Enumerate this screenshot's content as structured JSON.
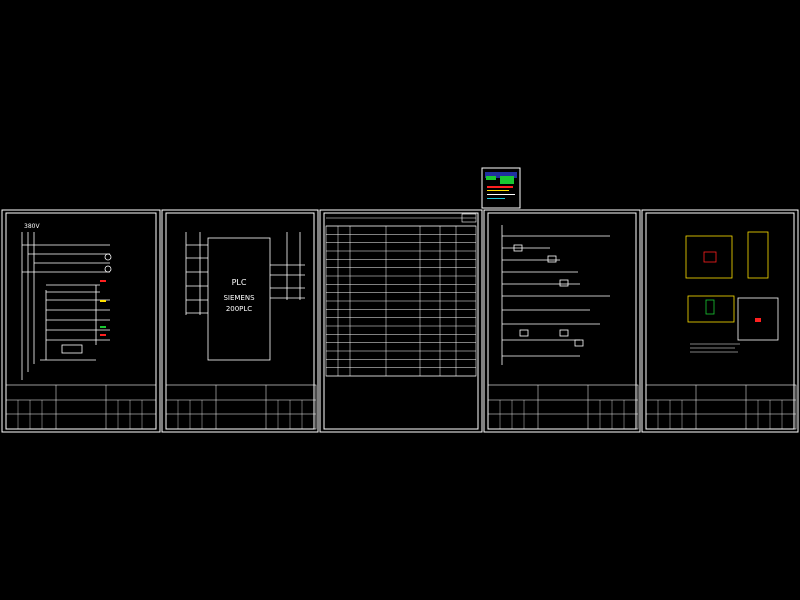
{
  "colors": {
    "background": "#000000",
    "line": "#ffffff",
    "accent_red": "#ff2020",
    "accent_yellow": "#ffe000",
    "accent_green": "#19c832",
    "accent_cyan": "#1ec8dc"
  },
  "sheets": [
    {
      "title_block": {
        "company": "",
        "project": "",
        "drawing": ""
      }
    },
    {
      "title_block": {
        "company": "",
        "project": "",
        "drawing": ""
      }
    },
    {
      "title_block": {
        "company": "",
        "project": "",
        "drawing": ""
      }
    },
    {
      "title_block": {
        "company": "",
        "project": "",
        "drawing": ""
      }
    },
    {
      "title_block": {
        "company": "",
        "project": "",
        "drawing": ""
      }
    }
  ],
  "plc": {
    "label": "PLC",
    "maker": "SIEMENS",
    "model": "200PLC"
  },
  "bom": {
    "title": "",
    "rows": 18
  }
}
